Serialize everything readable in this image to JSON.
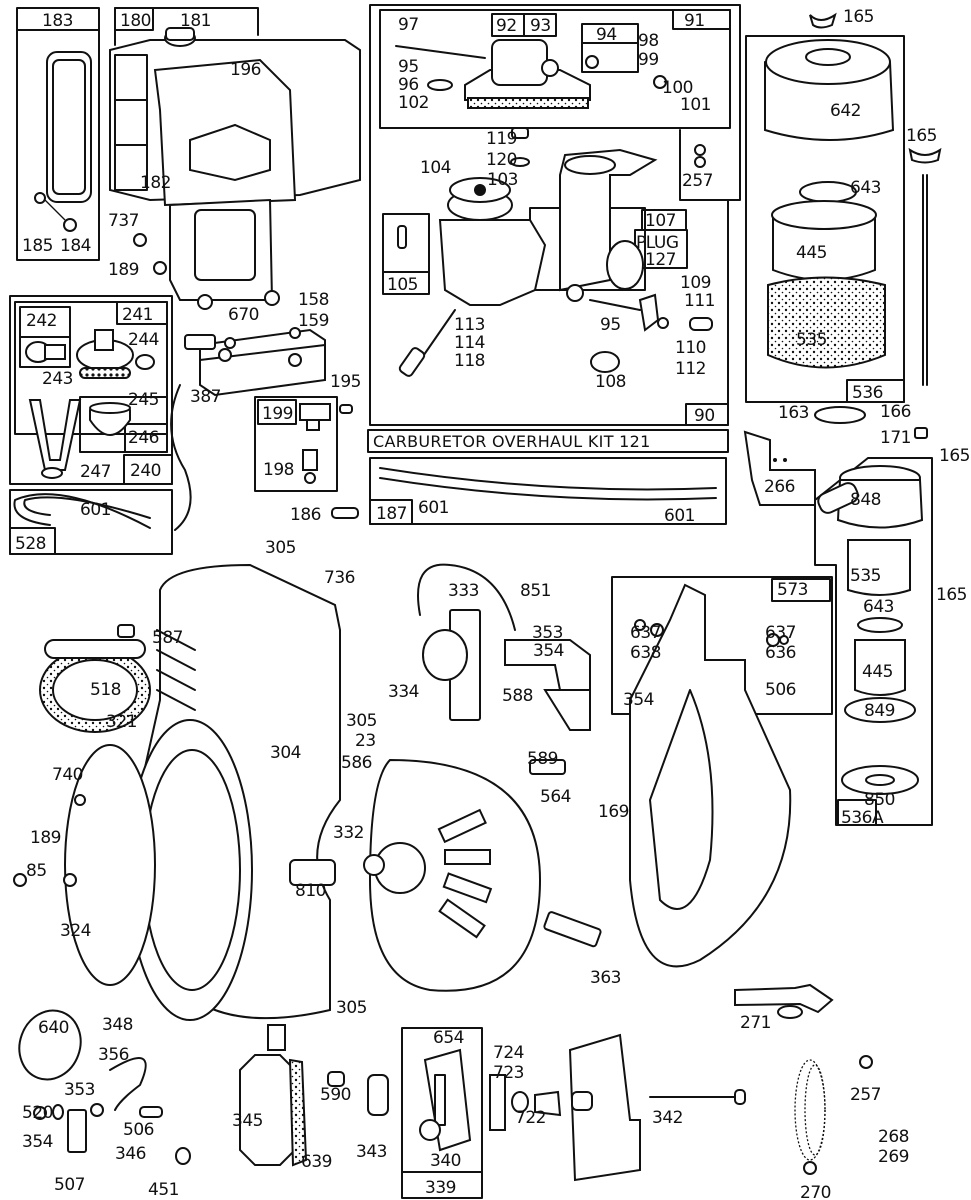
{
  "title": "Engine parts exploded diagram",
  "groups": {
    "fuel_tank": {
      "box_ids": [
        "183",
        "180"
      ],
      "parts": [
        "181",
        "196",
        "182",
        "185",
        "184",
        "737",
        "189",
        "670",
        "158",
        "159"
      ]
    },
    "fuel_pump": {
      "box_ids": [
        "241",
        "242",
        "240",
        "245",
        "246"
      ],
      "parts": [
        "244",
        "243",
        "247"
      ]
    },
    "fuel_line_528": {
      "box_id": "528",
      "parts": [
        "601"
      ]
    },
    "carburetor": {
      "box_ids": [
        "91",
        "92",
        "93",
        "94",
        "90",
        "105",
        "107"
      ],
      "plug_label": "PLUG",
      "plug_number": "127",
      "parts": [
        "97",
        "95",
        "96",
        "102",
        "98",
        "99",
        "100",
        "101",
        "119",
        "120",
        "103",
        "104",
        "257",
        "109",
        "111",
        "113",
        "114",
        "118",
        "95",
        "108",
        "110",
        "112"
      ]
    },
    "overhaul_kit": {
      "label": "CARBURETOR OVERHAUL KIT 121"
    },
    "fuel_line_187": {
      "box_id": "187",
      "parts": [
        "601",
        "601"
      ]
    },
    "manifold": {
      "parts": [
        "387",
        "195",
        "186"
      ],
      "box_id": "199",
      "box_parts": [
        "198"
      ]
    },
    "air_cleaner_536": {
      "box_id": "536",
      "parts": [
        "165",
        "642",
        "165",
        "643",
        "445",
        "535",
        "163",
        "166",
        "171"
      ]
    },
    "air_cleaner_536A": {
      "box_id": "536A",
      "parts": [
        "165",
        "848",
        "535",
        "165",
        "643",
        "445",
        "849",
        "850"
      ]
    },
    "governor": {
      "parts": [
        "266",
        "271",
        "257",
        "268",
        "269",
        "270"
      ]
    },
    "blower_housing": {
      "parts": [
        "305",
        "736",
        "587",
        "518",
        "304",
        "321",
        "740",
        "189",
        "85",
        "324",
        "810",
        "305"
      ]
    },
    "ignition": {
      "parts": [
        "333",
        "851",
        "353",
        "354",
        "334",
        "305",
        "23",
        "586",
        "588",
        "589",
        "564",
        "169",
        "332",
        "363"
      ]
    },
    "backplate_573": {
      "box_id": "573",
      "parts": [
        "637",
        "638",
        "354",
        "637",
        "636",
        "506"
      ]
    },
    "bottom_parts": {
      "parts": [
        "640",
        "348",
        "356",
        "520",
        "353",
        "354",
        "507",
        "506",
        "346",
        "451",
        "345",
        "639",
        "590",
        "343",
        "305"
      ]
    },
    "stop_switch": {
      "box_id": "339",
      "parts": [
        "654",
        "340",
        "724",
        "723",
        "722",
        "342"
      ]
    }
  },
  "labels": [
    "183",
    "180",
    "181",
    "196",
    "182",
    "185",
    "184",
    "737",
    "189",
    "670",
    "158",
    "159",
    "91",
    "92",
    "93",
    "94",
    "97",
    "95",
    "96",
    "102",
    "98",
    "99",
    "100",
    "101",
    "119",
    "120",
    "103",
    "104",
    "257",
    "105",
    "107",
    "PLUG",
    "127",
    "109",
    "111",
    "113",
    "114",
    "118",
    "95",
    "108",
    "110",
    "112",
    "90",
    "CARBURETOR OVERHAUL KIT 121",
    "187",
    "601",
    "601",
    "242",
    "241",
    "244",
    "243",
    "245",
    "246",
    "247",
    "240",
    "601",
    "528",
    "387",
    "195",
    "199",
    "198",
    "186",
    "165",
    "642",
    "165",
    "643",
    "445",
    "535",
    "536",
    "163",
    "166",
    "171",
    "266",
    "165",
    "848",
    "535",
    "165",
    "643",
    "445",
    "849",
    "850",
    "536A",
    "305",
    "736",
    "587",
    "518",
    "304",
    "321",
    "740",
    "189",
    "85",
    "324",
    "810",
    "333",
    "851",
    "353",
    "354",
    "334",
    "305",
    "23",
    "586",
    "588",
    "589",
    "564",
    "169",
    "332",
    "363",
    "573",
    "637",
    "638",
    "354",
    "637",
    "636",
    "506",
    "640",
    "348",
    "356",
    "520",
    "353",
    "354",
    "507",
    "506",
    "346",
    "451",
    "345",
    "639",
    "590",
    "343",
    "305",
    "654",
    "724",
    "723",
    "722",
    "340",
    "339",
    "342",
    "271",
    "257",
    "268",
    "269",
    "270"
  ]
}
